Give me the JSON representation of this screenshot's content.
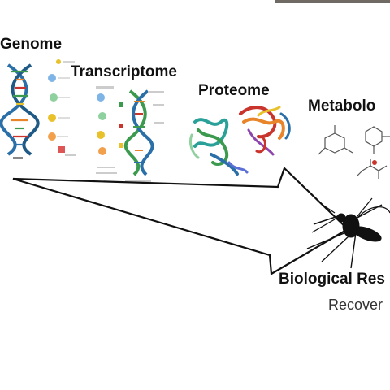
{
  "labels": {
    "genome": "Genome",
    "transcriptome": "Transcriptome",
    "proteome": "Proteome",
    "metabolome": "Metabolo",
    "outcome": "Biological Res",
    "recovery": "Recover"
  },
  "colors": {
    "dna_blue": "#2a6fa8",
    "dna_green": "#3c9a4e",
    "dna_orange": "#e8852b",
    "protein_red": "#c9342c",
    "protein_teal": "#2aa198"
  }
}
